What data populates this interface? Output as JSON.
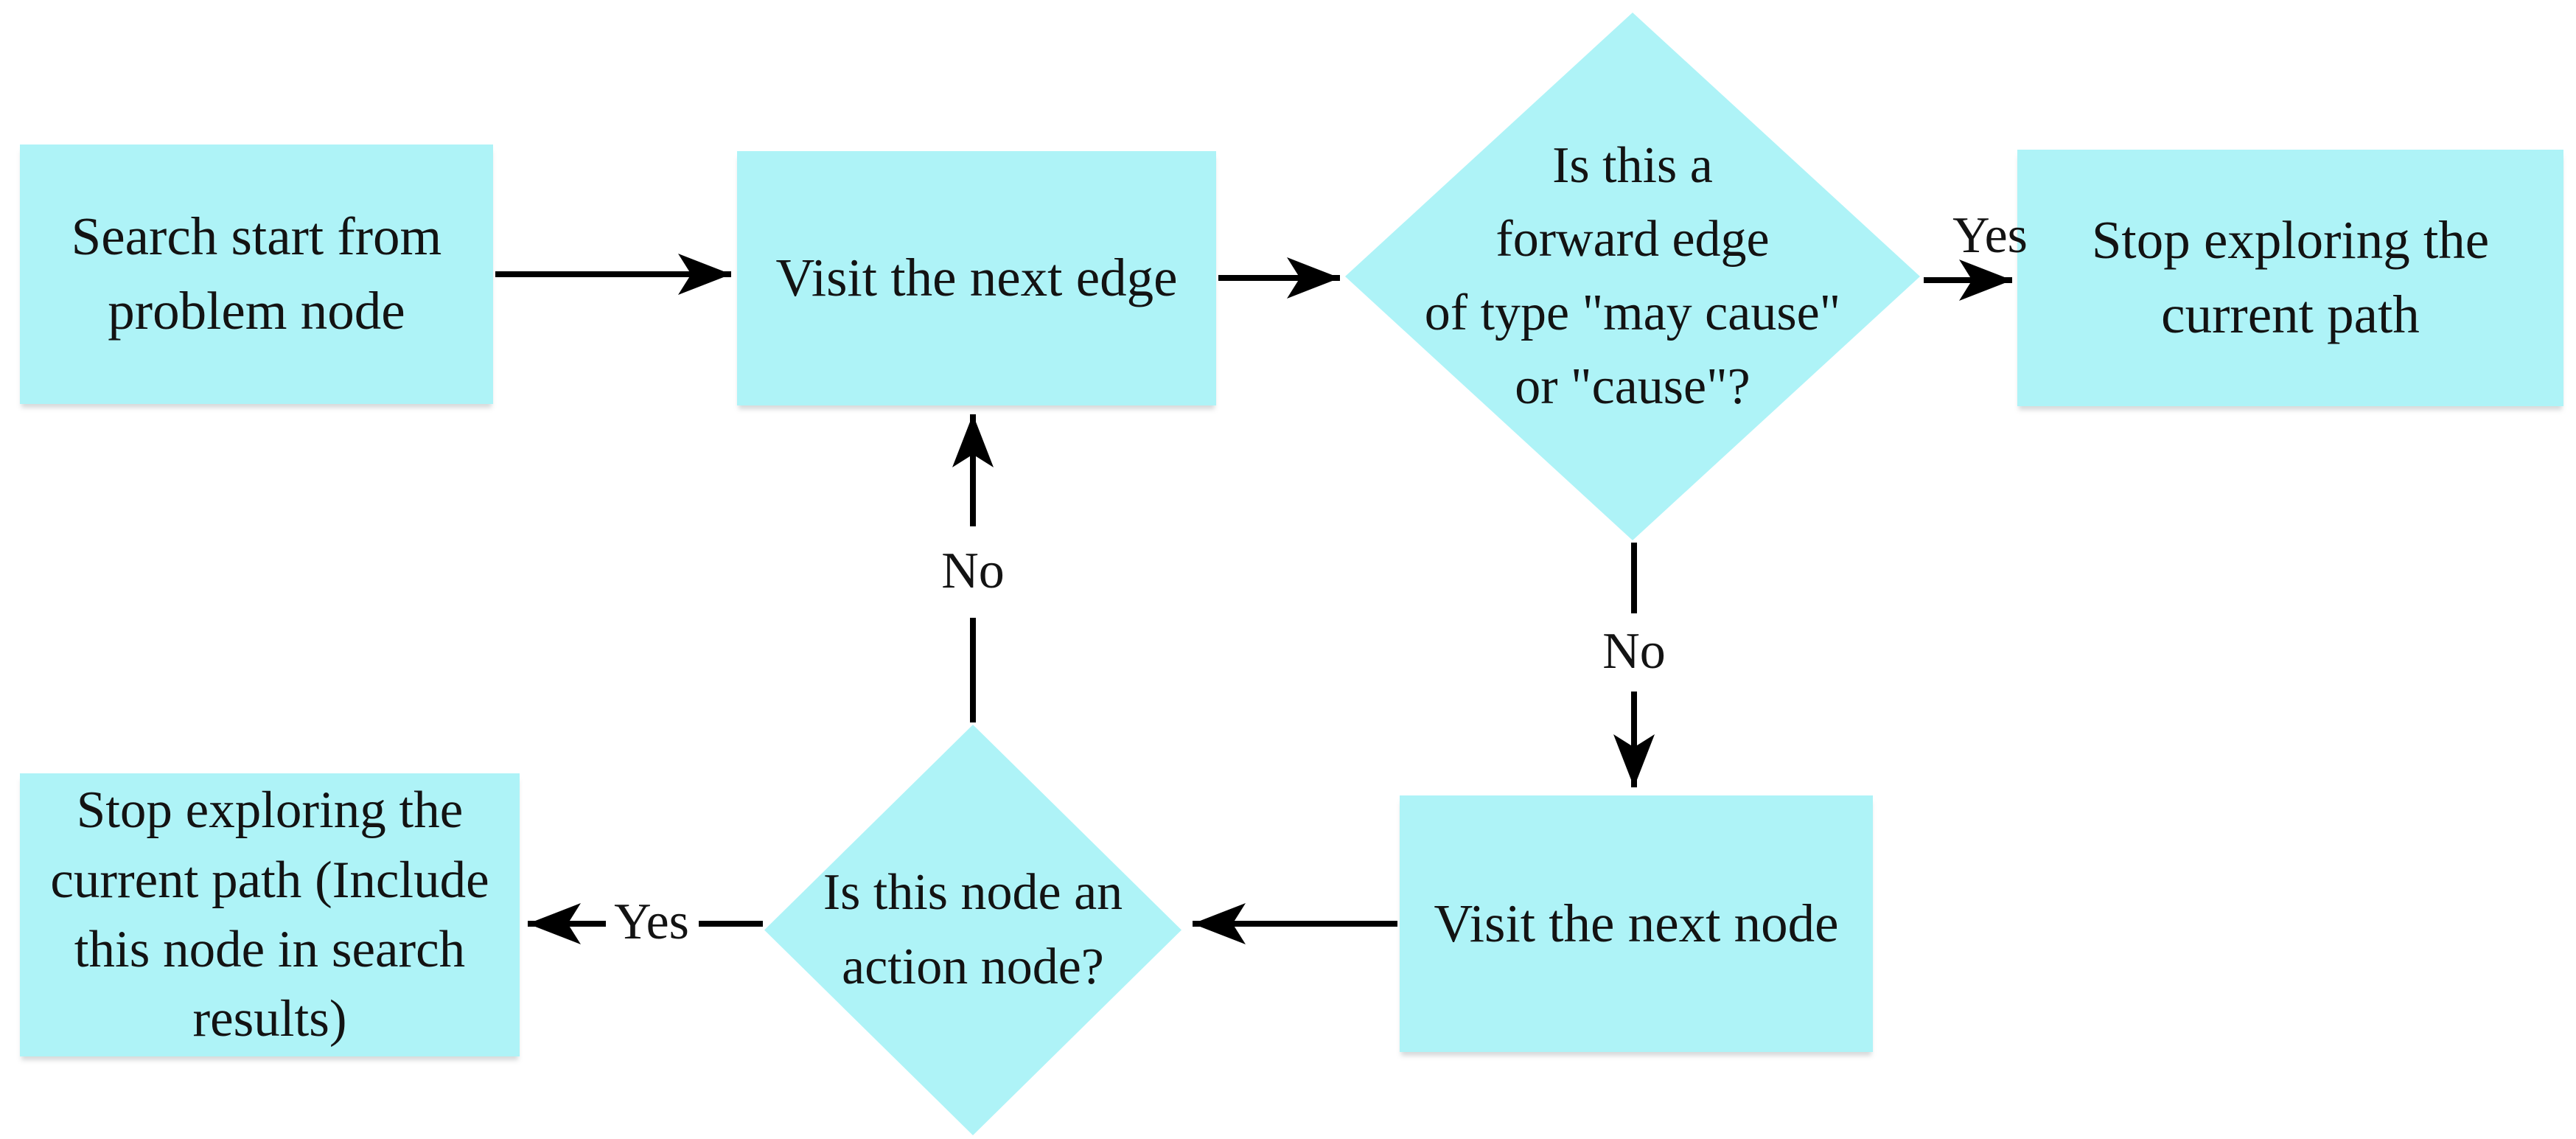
{
  "colors": {
    "node_fill": "#aef3f7",
    "arrow": "#000000",
    "text": "#131313",
    "background": "#ffffff"
  },
  "nodes": {
    "search_start": {
      "type": "process",
      "lines": [
        "Search start from",
        "problem node"
      ]
    },
    "visit_edge": {
      "type": "process",
      "lines": [
        "Visit the next edge"
      ]
    },
    "forward_edge_q": {
      "type": "decision",
      "lines": [
        "Is this a",
        "forward edge",
        "of type \"may cause\"",
        "or \"cause\"?"
      ]
    },
    "stop_current_path": {
      "type": "process",
      "lines": [
        "Stop exploring the",
        "current path"
      ]
    },
    "visit_node": {
      "type": "process",
      "lines": [
        "Visit the next node"
      ]
    },
    "action_node_q": {
      "type": "decision",
      "lines": [
        "Is this node an",
        "action node?"
      ]
    },
    "stop_include_results": {
      "type": "process",
      "lines": [
        "Stop exploring the",
        "current path (Include",
        "this node in search",
        "results)"
      ]
    }
  },
  "edges": [
    {
      "from": "search_start",
      "to": "visit_edge",
      "label": ""
    },
    {
      "from": "visit_edge",
      "to": "forward_edge_q",
      "label": ""
    },
    {
      "from": "forward_edge_q",
      "to": "stop_current_path",
      "label": "Yes"
    },
    {
      "from": "forward_edge_q",
      "to": "visit_node",
      "label": "No"
    },
    {
      "from": "visit_node",
      "to": "action_node_q",
      "label": ""
    },
    {
      "from": "action_node_q",
      "to": "stop_include_results",
      "label": "Yes"
    },
    {
      "from": "action_node_q",
      "to": "visit_edge",
      "label": "No"
    }
  ]
}
